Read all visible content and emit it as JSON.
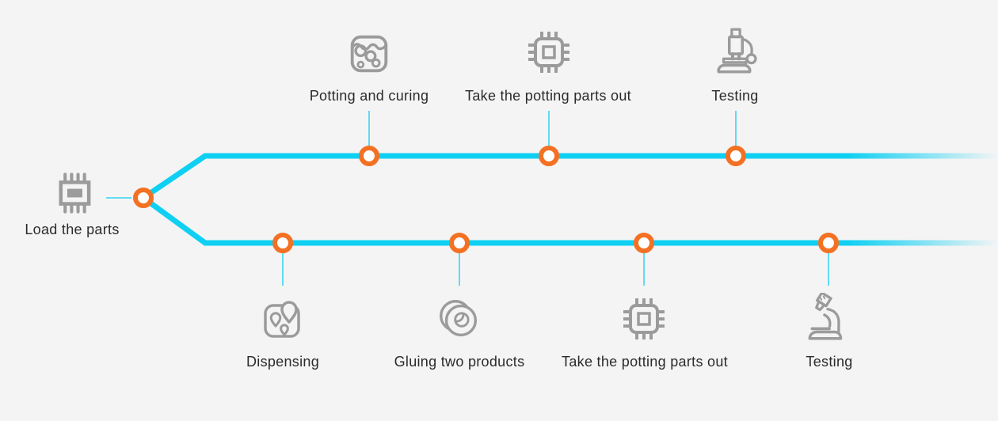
{
  "diagram": {
    "type": "process-flow",
    "colors": {
      "background": "#f4f4f5",
      "line": "#0fd0f2",
      "leader": "#2fd3f0",
      "node_ring": "#f47123",
      "node_fill": "#ffffff",
      "icon": "#9b9b9b",
      "text": "#2b2b2b"
    },
    "start": {
      "label": "Load the parts",
      "icon": "memory-chip-icon"
    },
    "branches": [
      {
        "id": "top",
        "steps": [
          {
            "label": "Potting and curing",
            "icon": "potting-curing-icon"
          },
          {
            "label": "Take the potting parts out",
            "icon": "chip-icon"
          },
          {
            "label": "Testing",
            "icon": "microscope-upright-icon"
          }
        ]
      },
      {
        "id": "bottom",
        "steps": [
          {
            "label": "Dispensing",
            "icon": "dispensing-pins-icon"
          },
          {
            "label": "Gluing two products",
            "icon": "gluing-discs-icon"
          },
          {
            "label": "Take the potting parts out",
            "icon": "chip-icon"
          },
          {
            "label": "Testing",
            "icon": "microscope-tilted-icon"
          }
        ]
      }
    ]
  }
}
